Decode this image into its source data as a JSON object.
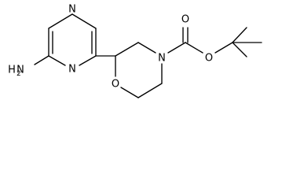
{
  "molecule": {
    "labels": {
      "n_top": "N",
      "n_bottom": "N",
      "amine_n": "N",
      "amine_h": "H",
      "amine_sub": "2",
      "n_morph": "N",
      "o_ring": "O",
      "o_carbonyl": "O",
      "o_ester": "O"
    }
  }
}
